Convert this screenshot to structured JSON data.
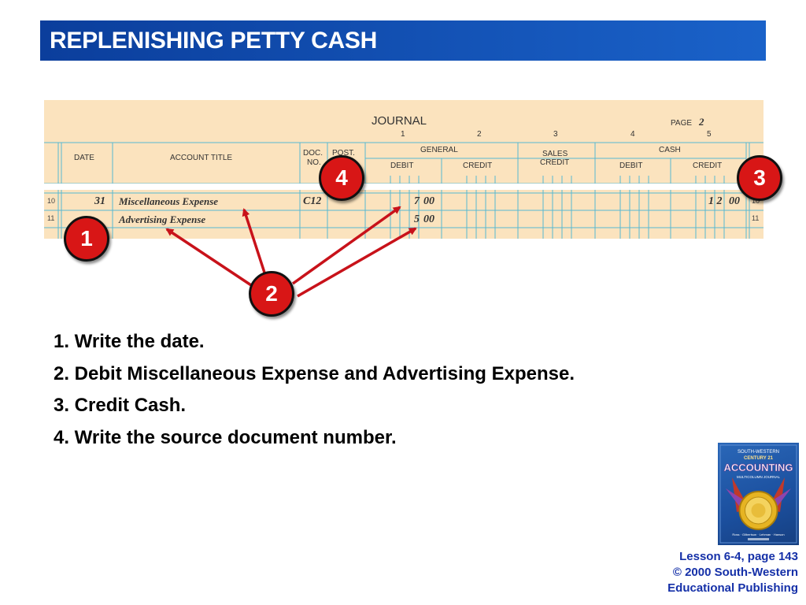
{
  "title": "REPLENISHING PETTY CASH",
  "journal": {
    "title": "JOURNAL",
    "page_label": "PAGE",
    "page_number": "2",
    "column_numbers": [
      "1",
      "2",
      "3",
      "4",
      "5"
    ],
    "headers": {
      "date": "DATE",
      "account_title": "ACCOUNT TITLE",
      "doc_no_line1": "DOC.",
      "doc_no_line2": "NO.",
      "post_ref": "POST.",
      "general": "GENERAL",
      "general_debit": "DEBIT",
      "general_credit": "CREDIT",
      "sales_credit_line1": "SALES",
      "sales_credit_line2": "CREDIT",
      "cash": "CASH",
      "cash_debit": "DEBIT",
      "cash_credit": "CREDIT"
    },
    "rows": [
      {
        "line": "10",
        "date": "31",
        "account": "Miscellaneous Expense",
        "doc": "C12",
        "general_debit": "7",
        "general_debit_cents": "00",
        "cash_credit": "1 2",
        "cash_credit_cents": "00",
        "line_right": "10"
      },
      {
        "line": "11",
        "date": "",
        "account": "Advertising Expense",
        "doc": "",
        "general_debit": "5",
        "general_debit_cents": "00",
        "cash_credit": "",
        "cash_credit_cents": "",
        "line_right": "11"
      }
    ]
  },
  "callouts": {
    "one": "1",
    "two": "2",
    "three": "3",
    "four": "4"
  },
  "steps": [
    "1. Write the date.",
    "2. Debit Miscellaneous Expense and Advertising Expense.",
    "3. Credit Cash.",
    "4. Write the source document number."
  ],
  "book": {
    "publisher": "SOUTH-WESTERN",
    "series": "CENTURY 21",
    "title": "ACCOUNTING",
    "subtitle": "MULTICOLUMN JOURNAL",
    "authors": "Ross · Gilbertson · Lehman · Hanson"
  },
  "footer": {
    "line1": "Lesson 6-4, page 143",
    "line2": "© 2000 South-Western",
    "line3": "Educational Publishing"
  },
  "colors": {
    "title_bar": "#1450b4",
    "journal_paper": "#fbe3be",
    "journal_rule": "#57b8d2",
    "callout": "#d81616",
    "arrow": "#c8121a",
    "footer_text": "#1530a8"
  }
}
